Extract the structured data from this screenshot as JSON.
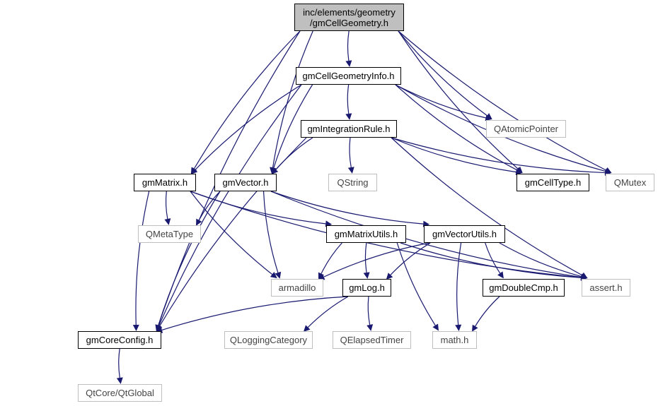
{
  "graph": {
    "edge_color": "#191970",
    "root_fill": "#bfbfbf",
    "external_border": "#bfbfbf",
    "nodes": {
      "root": {
        "label1": "inc/elements/geometry",
        "label2": "/gmCellGeometry.h"
      },
      "info": {
        "label": "gmCellGeometryInfo.h"
      },
      "rule": {
        "label": "gmIntegrationRule.h"
      },
      "qatomic": {
        "label": "QAtomicPointer"
      },
      "matrix": {
        "label": "gmMatrix.h"
      },
      "vector": {
        "label": "gmVector.h"
      },
      "qstring": {
        "label": "QString"
      },
      "celltype": {
        "label": "gmCellType.h"
      },
      "qmutex": {
        "label": "QMutex"
      },
      "qmetatype": {
        "label": "QMetaType"
      },
      "matrixutils": {
        "label": "gmMatrixUtils.h"
      },
      "vectorutils": {
        "label": "gmVectorUtils.h"
      },
      "armadillo": {
        "label": "armadillo"
      },
      "log": {
        "label": "gmLog.h"
      },
      "doublecmp": {
        "label": "gmDoubleCmp.h"
      },
      "assert": {
        "label": "assert.h"
      },
      "coreconfig": {
        "label": "gmCoreConfig.h"
      },
      "qlogging": {
        "label": "QLoggingCategory"
      },
      "qelapsed": {
        "label": "QElapsedTimer"
      },
      "math": {
        "label": "math.h"
      },
      "qtglobal": {
        "label": "QtCore/QtGlobal"
      }
    },
    "edges": [
      [
        "root",
        "coreconfig"
      ],
      [
        "root",
        "info"
      ],
      [
        "root",
        "matrix"
      ],
      [
        "root",
        "vector"
      ],
      [
        "root",
        "qatomic"
      ],
      [
        "root",
        "celltype"
      ],
      [
        "root",
        "qmutex"
      ],
      [
        "info",
        "coreconfig"
      ],
      [
        "info",
        "matrix"
      ],
      [
        "info",
        "vector"
      ],
      [
        "info",
        "rule"
      ],
      [
        "info",
        "qatomic"
      ],
      [
        "info",
        "celltype"
      ],
      [
        "info",
        "qmutex"
      ],
      [
        "rule",
        "vector"
      ],
      [
        "rule",
        "qstring"
      ],
      [
        "rule",
        "celltype"
      ],
      [
        "rule",
        "qmutex"
      ],
      [
        "rule",
        "assert"
      ],
      [
        "rule",
        "coreconfig"
      ],
      [
        "matrix",
        "qmetatype"
      ],
      [
        "matrix",
        "coreconfig"
      ],
      [
        "matrix",
        "armadillo"
      ],
      [
        "matrix",
        "matrixutils"
      ],
      [
        "matrix",
        "assert"
      ],
      [
        "vector",
        "qmetatype"
      ],
      [
        "vector",
        "coreconfig"
      ],
      [
        "vector",
        "armadillo"
      ],
      [
        "vector",
        "vectorutils"
      ],
      [
        "vector",
        "assert"
      ],
      [
        "matrixutils",
        "armadillo"
      ],
      [
        "matrixutils",
        "log"
      ],
      [
        "matrixutils",
        "math"
      ],
      [
        "matrixutils",
        "assert"
      ],
      [
        "vectorutils",
        "armadillo"
      ],
      [
        "vectorutils",
        "log"
      ],
      [
        "vectorutils",
        "math"
      ],
      [
        "vectorutils",
        "doublecmp"
      ],
      [
        "vectorutils",
        "assert"
      ],
      [
        "log",
        "coreconfig"
      ],
      [
        "log",
        "qlogging"
      ],
      [
        "log",
        "qelapsed"
      ],
      [
        "doublecmp",
        "math"
      ],
      [
        "coreconfig",
        "qtglobal"
      ]
    ]
  }
}
